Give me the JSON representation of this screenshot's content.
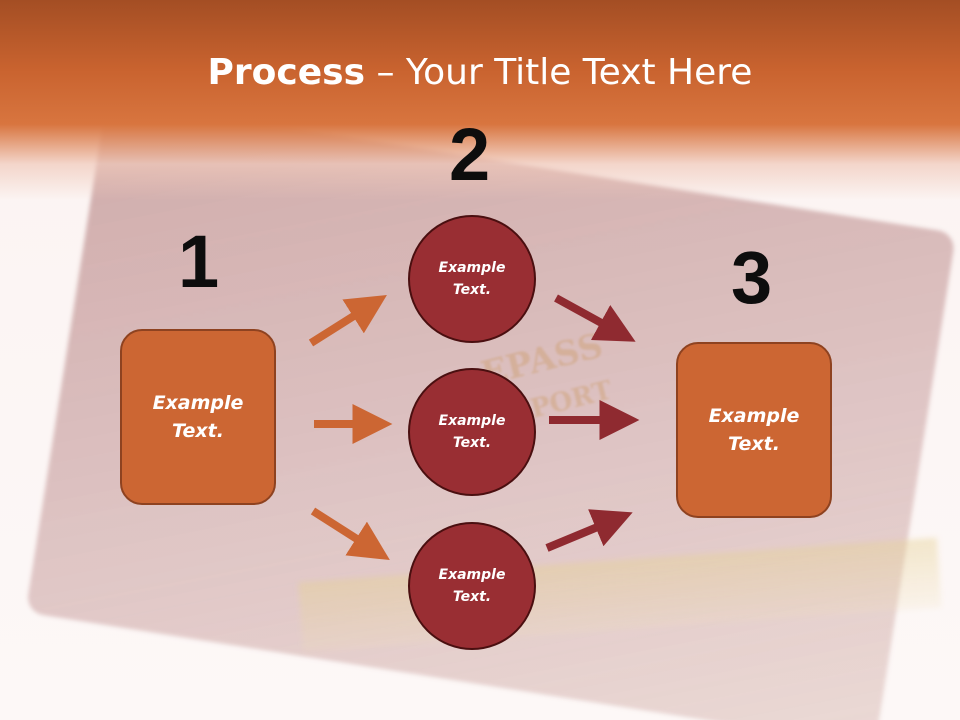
{
  "title": {
    "bold": "Process",
    "rest": " – Your Title Text Here"
  },
  "numbers": [
    "1",
    "2",
    "3"
  ],
  "left_box": {
    "line1": "Example",
    "line2": "Text."
  },
  "circles": [
    {
      "line1": "Example",
      "line2": "Text."
    },
    {
      "line1": "Example",
      "line2": "Text."
    },
    {
      "line1": "Example",
      "line2": "Text."
    }
  ],
  "right_box": {
    "line1": "Example",
    "line2": "Text."
  },
  "passport_text": [
    "EPASS",
    "PORT"
  ],
  "colors": {
    "banner": "#c9632f",
    "box_fill": "#cc6633",
    "circle_fill": "#992e33",
    "arrow_orange": "#cc6633",
    "arrow_red": "#8f2a30",
    "number_color": "#0d0d0d"
  }
}
